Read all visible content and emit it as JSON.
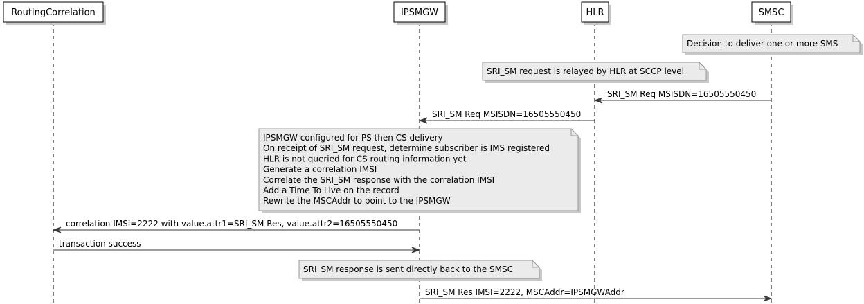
{
  "participants": [
    {
      "id": "rc",
      "label": "RoutingCorrelation"
    },
    {
      "id": "ipsmgw",
      "label": "IPSMGW"
    },
    {
      "id": "hlr",
      "label": "HLR"
    },
    {
      "id": "smsc",
      "label": "SMSC"
    }
  ],
  "notes": [
    {
      "id": "decision",
      "over": "smsc",
      "lines": [
        "Decision to deliver one or more SMS"
      ]
    },
    {
      "id": "relay",
      "over": "hlr",
      "lines": [
        "SRI_SM request is relayed by HLR at SCCP level"
      ]
    },
    {
      "id": "config",
      "over": "ipsmgw",
      "lines": [
        "IPSMGW configured for PS then CS delivery",
        "On receipt of SRI_SM request, determine subscriber is IMS registered",
        "HLR is not queried for CS routing information yet",
        "Generate a correlation IMSI",
        "Correlate the SRI_SM response with the correlation IMSI",
        "Add a Time To Live on the record",
        "Rewrite the MSCAddr to point to the IPSMGW"
      ]
    },
    {
      "id": "sent-back",
      "over": "ipsmgw",
      "lines": [
        "SRI_SM response is sent directly back to the SMSC"
      ]
    }
  ],
  "messages": [
    {
      "id": "sri-req-1",
      "from": "smsc",
      "to": "hlr",
      "label": "SRI_SM Req MSISDN=16505550450"
    },
    {
      "id": "sri-req-2",
      "from": "hlr",
      "to": "ipsmgw",
      "label": "SRI_SM Req MSISDN=16505550450"
    },
    {
      "id": "correlation",
      "from": "ipsmgw",
      "to": "rc",
      "label": "correlation IMSI=2222 with value.attr1=SRI_SM Res, value.attr2=16505550450"
    },
    {
      "id": "txn-success",
      "from": "rc",
      "to": "ipsmgw",
      "label": "transaction success"
    },
    {
      "id": "sri-res",
      "from": "ipsmgw",
      "to": "smsc",
      "label": "SRI_SM Res IMSI=2222, MSCAddr=IPSMGWAddr"
    }
  ],
  "colors": {
    "participant_fill": "#FFFFFF",
    "participant_border": "#000000",
    "lifeline": "#000000",
    "note_fill": "#EBEBEB",
    "note_border": "#999999",
    "arrow": "#383838",
    "shadow": "#C8C8C8"
  }
}
